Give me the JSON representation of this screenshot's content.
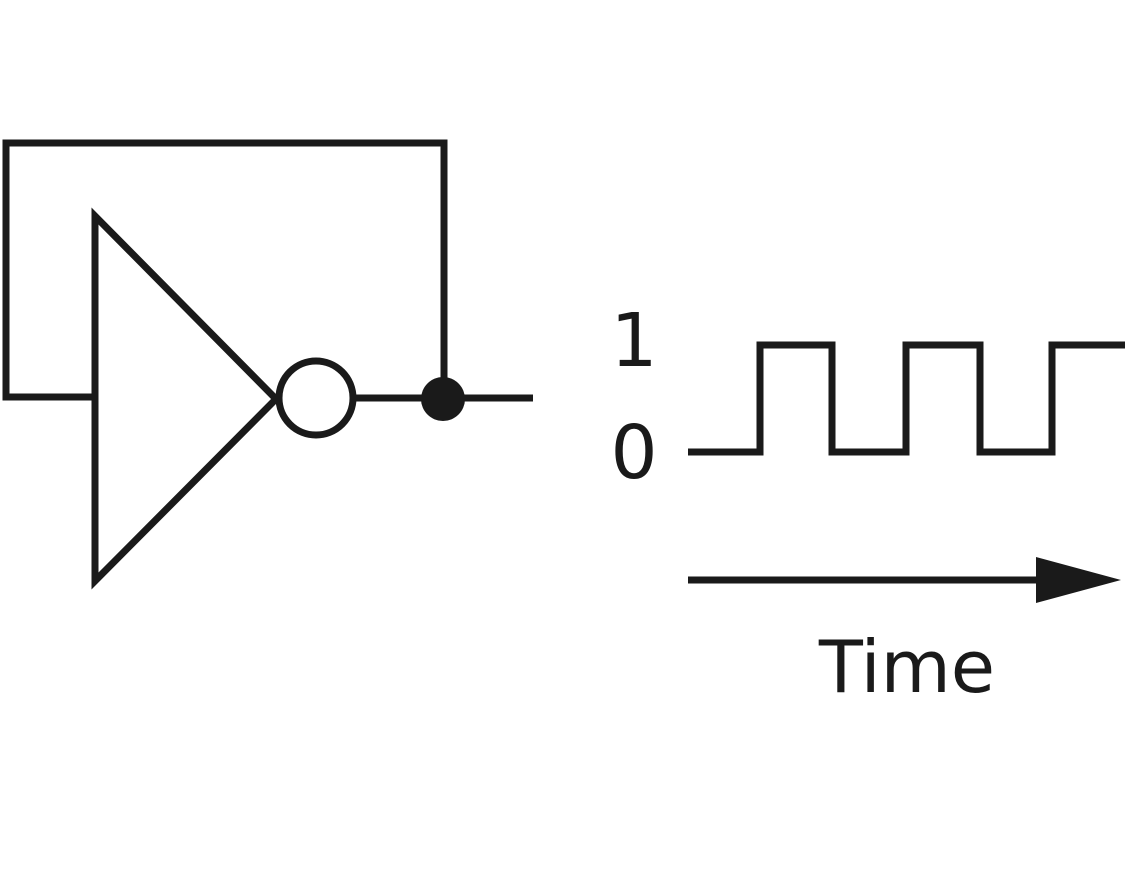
{
  "diagram": {
    "title": "",
    "components": {
      "inverter": "inverter",
      "feedback": "feedback-loop",
      "output_node": "output-node"
    },
    "waveform": {
      "high_label": "1",
      "low_label": "0",
      "time_label": "Time",
      "levels": [
        0,
        1,
        0,
        1,
        0,
        1
      ],
      "cycles_shown": 2.5
    },
    "colors": {
      "stroke": "#1a1a1a",
      "background": "#ffffff"
    }
  }
}
